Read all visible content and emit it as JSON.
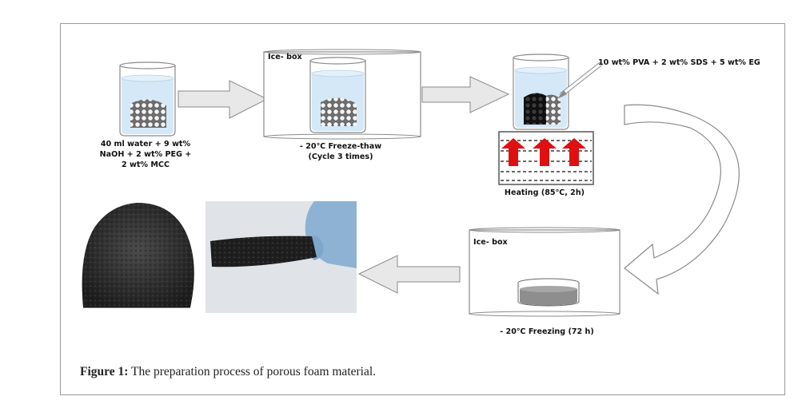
{
  "steps": {
    "step1_label_lines": [
      "40 ml  water + 9 wt%",
      "NaOH + 2 wt% PEG +",
      "2 wt% MCC"
    ],
    "icebox1_title": "Ice- box",
    "step2_label_lines": [
      "- 20℃ Freeze-thaw",
      "(Cycle 3 times)"
    ],
    "additive_label": "10 wt% PVA + 2 wt% SDS + 5 wt% EG",
    "step3_label": "Heating (85℃, 2h)",
    "icebox2_title": "Ice- box",
    "step4_label": "- 20℃ Freezing (72 h)"
  },
  "caption": {
    "prefix": "Figure 1:",
    "text": " The preparation process of porous foam material."
  },
  "colors": {
    "arrow_fill": "#e8e8e8",
    "arrow_stroke": "#8a8a8a",
    "heat_arrow": "#e01010",
    "beaker_liquid": "#cfe6f6",
    "foam": "#2e2e2e"
  }
}
